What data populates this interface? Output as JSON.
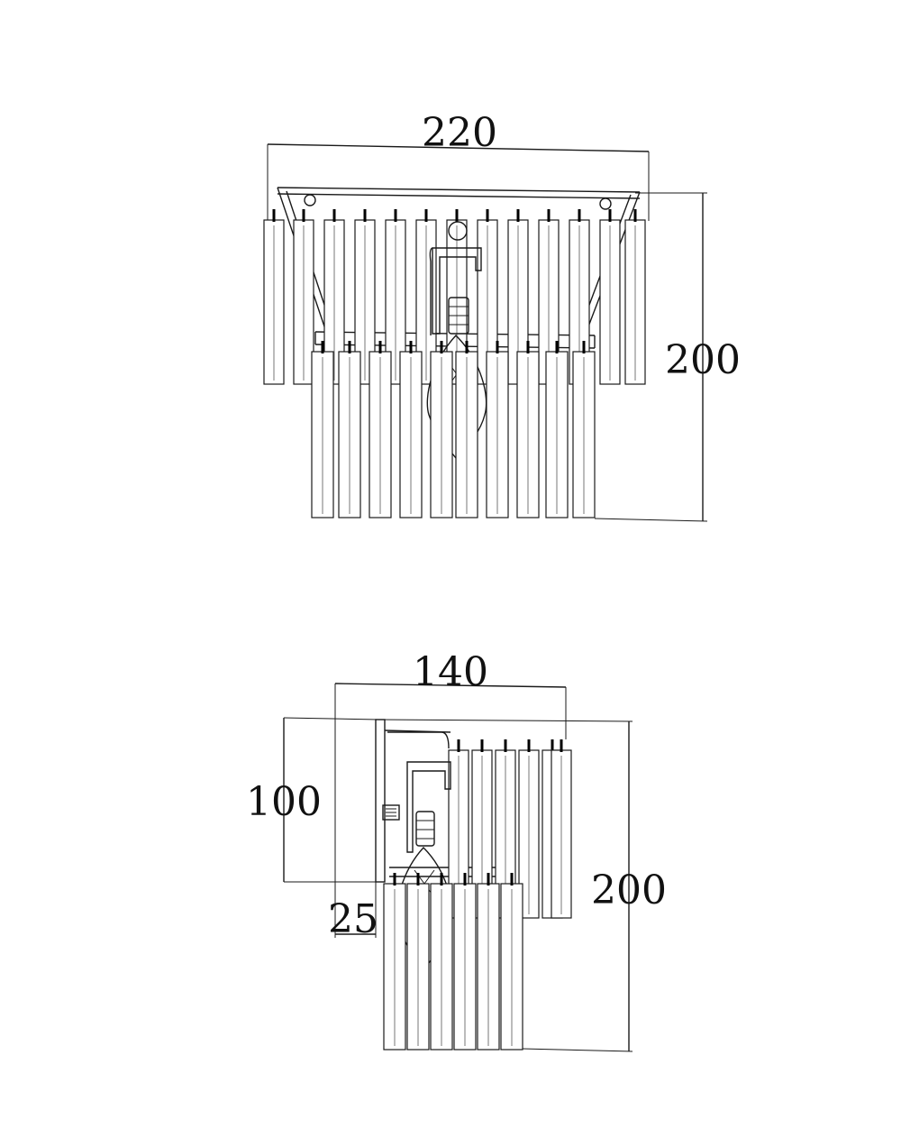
{
  "front_view": {
    "width_label": "220",
    "height_label": "200"
  },
  "side_view": {
    "width_label": "140",
    "mount_height_label": "100",
    "height_label": "200",
    "depth_label": "25"
  },
  "colors": {
    "line": "#1a1a1a",
    "background": "#ffffff"
  }
}
